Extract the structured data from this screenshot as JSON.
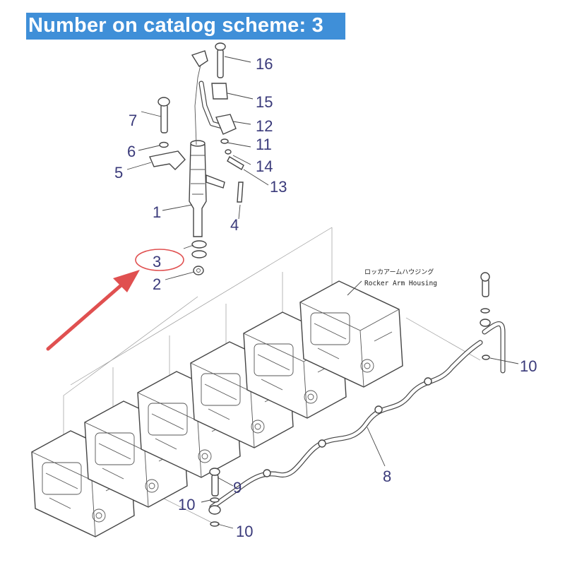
{
  "header": {
    "title": "Number on catalog scheme: 3",
    "accent_color": "#3f8fd8",
    "text_color": "#ffffff"
  },
  "diagram": {
    "housing_label_jp": "ロッカアームハウジング",
    "housing_label_en": "Rocker Arm Housing",
    "highlight_color": "#e05050",
    "callout_color": "#3a3a7a",
    "callouts": {
      "c1": "1",
      "c2": "2",
      "c3": "3",
      "c4": "4",
      "c5": "5",
      "c6": "6",
      "c7": "7",
      "c8": "8",
      "c9": "9",
      "c10a": "10",
      "c10b": "10",
      "c10c": "10",
      "c11": "11",
      "c12": "12",
      "c13": "13",
      "c14": "14",
      "c15": "15",
      "c16": "16"
    }
  }
}
